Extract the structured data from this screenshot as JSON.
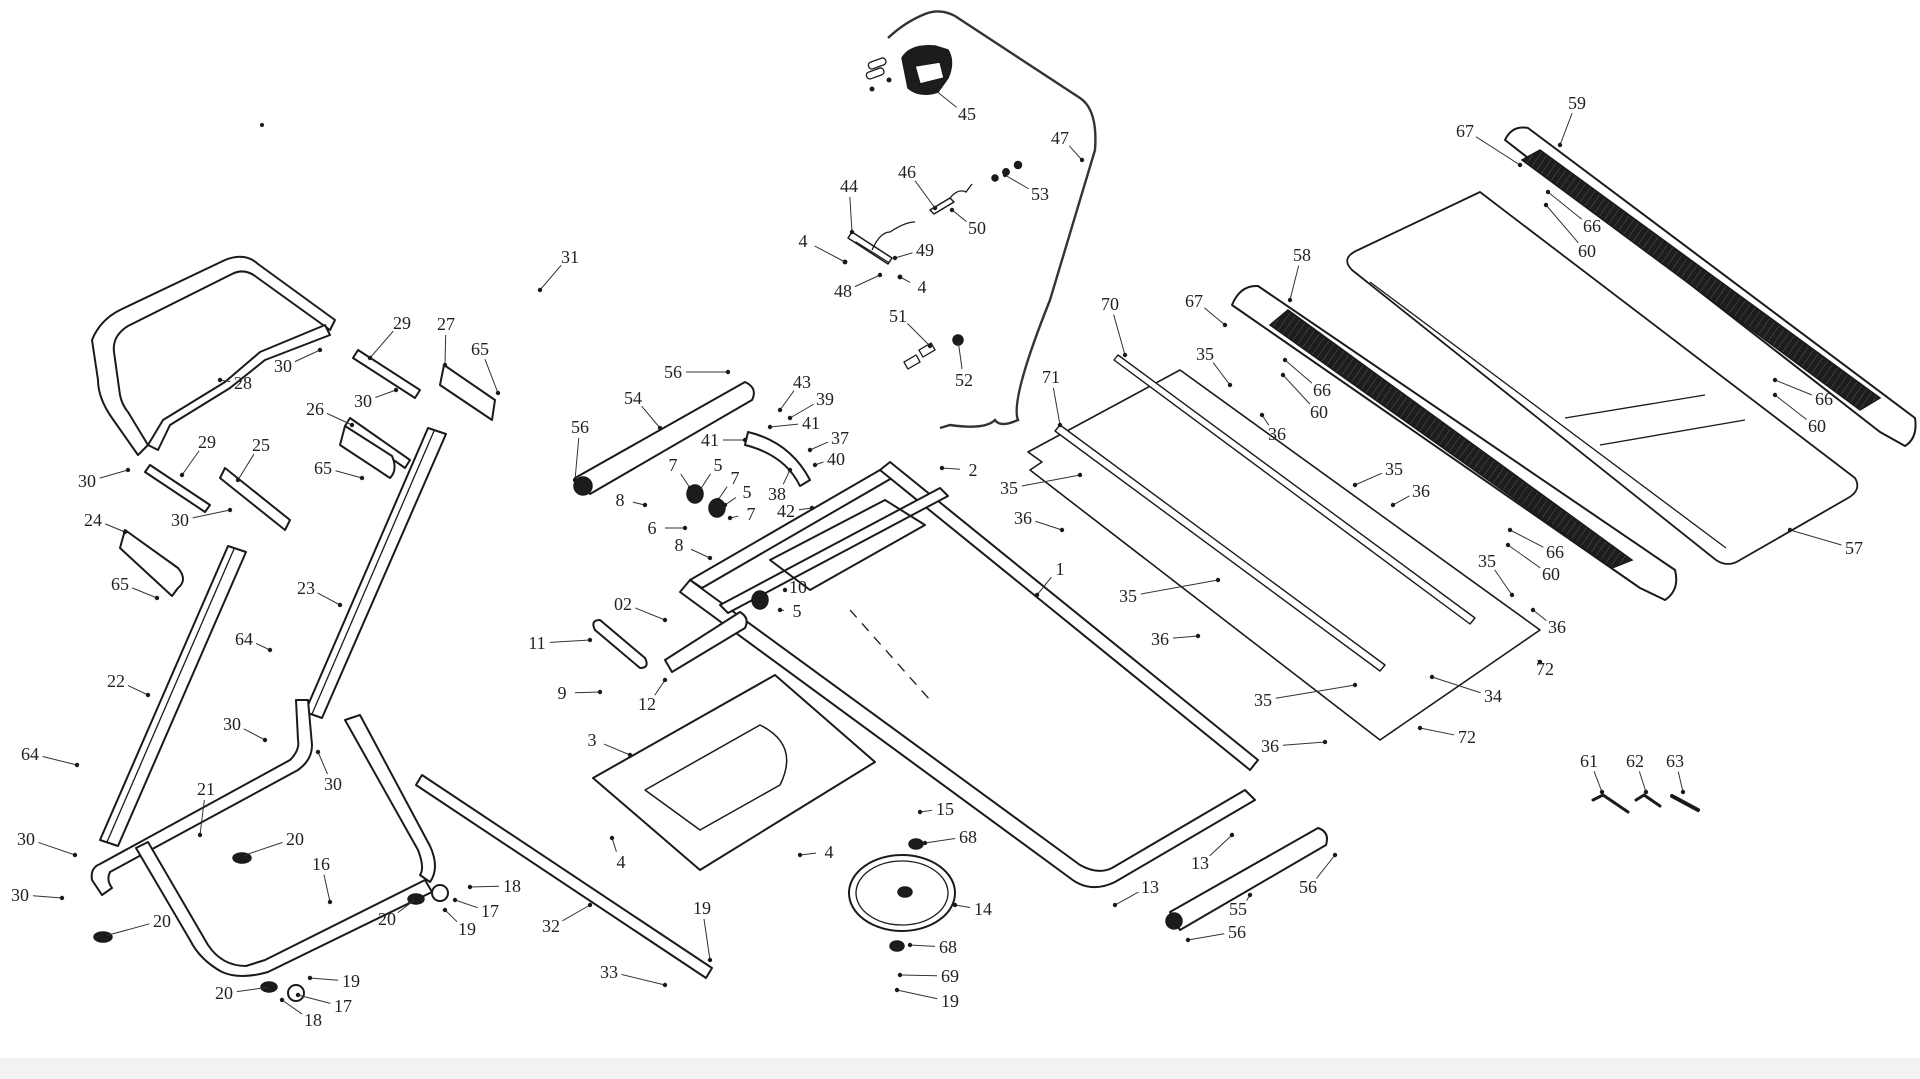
{
  "diagram": {
    "title": "Treadmill exploded parts view",
    "type": "exploded-assembly",
    "labels": [
      {
        "id": "lbl-45",
        "text": "45"
      },
      {
        "id": "lbl-47",
        "text": "47"
      },
      {
        "id": "lbl-46",
        "text": "46"
      },
      {
        "id": "lbl-53",
        "text": "53"
      },
      {
        "id": "lbl-44",
        "text": "44"
      },
      {
        "id": "lbl-50",
        "text": "50"
      },
      {
        "id": "lbl-4a",
        "text": "4"
      },
      {
        "id": "lbl-49",
        "text": "49"
      },
      {
        "id": "lbl-48",
        "text": "48"
      },
      {
        "id": "lbl-4b",
        "text": "4"
      },
      {
        "id": "lbl-51",
        "text": "51"
      },
      {
        "id": "lbl-52",
        "text": "52"
      },
      {
        "id": "lbl-59",
        "text": "59"
      },
      {
        "id": "lbl-67a",
        "text": "67"
      },
      {
        "id": "lbl-66a",
        "text": "66"
      },
      {
        "id": "lbl-60a",
        "text": "60"
      },
      {
        "id": "lbl-66b",
        "text": "66"
      },
      {
        "id": "lbl-60b",
        "text": "60"
      },
      {
        "id": "lbl-57",
        "text": "57"
      },
      {
        "id": "lbl-58",
        "text": "58"
      },
      {
        "id": "lbl-67b",
        "text": "67"
      },
      {
        "id": "lbl-66c",
        "text": "66"
      },
      {
        "id": "lbl-60c",
        "text": "60"
      },
      {
        "id": "lbl-66d",
        "text": "66"
      },
      {
        "id": "lbl-60d",
        "text": "60"
      },
      {
        "id": "lbl-70",
        "text": "70"
      },
      {
        "id": "lbl-71",
        "text": "71"
      },
      {
        "id": "lbl-35a",
        "text": "35"
      },
      {
        "id": "lbl-36a",
        "text": "36"
      },
      {
        "id": "lbl-35b",
        "text": "35"
      },
      {
        "id": "lbl-36b",
        "text": "36"
      },
      {
        "id": "lbl-35c",
        "text": "35"
      },
      {
        "id": "lbl-36c",
        "text": "36"
      },
      {
        "id": "lbl-35d",
        "text": "35"
      },
      {
        "id": "lbl-36d",
        "text": "36"
      },
      {
        "id": "lbl-35e",
        "text": "35"
      },
      {
        "id": "lbl-36e",
        "text": "36"
      },
      {
        "id": "lbl-35f",
        "text": "35"
      },
      {
        "id": "lbl-36f",
        "text": "36"
      },
      {
        "id": "lbl-34",
        "text": "34"
      },
      {
        "id": "lbl-72a",
        "text": "72"
      },
      {
        "id": "lbl-72b",
        "text": "72"
      },
      {
        "id": "lbl-1",
        "text": "1"
      },
      {
        "id": "lbl-2",
        "text": "2"
      },
      {
        "id": "lbl-31",
        "text": "31"
      },
      {
        "id": "lbl-29a",
        "text": "29"
      },
      {
        "id": "lbl-27",
        "text": "27"
      },
      {
        "id": "lbl-65a",
        "text": "65"
      },
      {
        "id": "lbl-30a",
        "text": "30"
      },
      {
        "id": "lbl-28",
        "text": "28"
      },
      {
        "id": "lbl-30b",
        "text": "30"
      },
      {
        "id": "lbl-26",
        "text": "26"
      },
      {
        "id": "lbl-29b",
        "text": "29"
      },
      {
        "id": "lbl-25",
        "text": "25"
      },
      {
        "id": "lbl-65b",
        "text": "65"
      },
      {
        "id": "lbl-30c",
        "text": "30"
      },
      {
        "id": "lbl-30d",
        "text": "30"
      },
      {
        "id": "lbl-24",
        "text": "24"
      },
      {
        "id": "lbl-65c",
        "text": "65"
      },
      {
        "id": "lbl-23",
        "text": "23"
      },
      {
        "id": "lbl-22",
        "text": "22"
      },
      {
        "id": "lbl-64a",
        "text": "64"
      },
      {
        "id": "lbl-64b",
        "text": "64"
      },
      {
        "id": "lbl-30e",
        "text": "30"
      },
      {
        "id": "lbl-30f",
        "text": "30"
      },
      {
        "id": "lbl-21",
        "text": "21"
      },
      {
        "id": "lbl-30g",
        "text": "30"
      },
      {
        "id": "lbl-30h",
        "text": "30"
      },
      {
        "id": "lbl-20a",
        "text": "20"
      },
      {
        "id": "lbl-16",
        "text": "16"
      },
      {
        "id": "lbl-20b",
        "text": "20"
      },
      {
        "id": "lbl-20c",
        "text": "20"
      },
      {
        "id": "lbl-18a",
        "text": "18"
      },
      {
        "id": "lbl-17a",
        "text": "17"
      },
      {
        "id": "lbl-19a",
        "text": "19"
      },
      {
        "id": "lbl-20d",
        "text": "20"
      },
      {
        "id": "lbl-19b",
        "text": "19"
      },
      {
        "id": "lbl-17b",
        "text": "17"
      },
      {
        "id": "lbl-18b",
        "text": "18"
      },
      {
        "id": "lbl-56a",
        "text": "56"
      },
      {
        "id": "lbl-54",
        "text": "54"
      },
      {
        "id": "lbl-56b",
        "text": "56"
      },
      {
        "id": "lbl-43",
        "text": "43"
      },
      {
        "id": "lbl-39",
        "text": "39"
      },
      {
        "id": "lbl-41a",
        "text": "41"
      },
      {
        "id": "lbl-41b",
        "text": "41"
      },
      {
        "id": "lbl-37",
        "text": "37"
      },
      {
        "id": "lbl-40",
        "text": "40"
      },
      {
        "id": "lbl-38",
        "text": "38"
      },
      {
        "id": "lbl-42",
        "text": "42"
      },
      {
        "id": "lbl-7a",
        "text": "7"
      },
      {
        "id": "lbl-5a",
        "text": "5"
      },
      {
        "id": "lbl-7b",
        "text": "7"
      },
      {
        "id": "lbl-5b",
        "text": "5"
      },
      {
        "id": "lbl-7c",
        "text": "7"
      },
      {
        "id": "lbl-8a",
        "text": "8"
      },
      {
        "id": "lbl-6",
        "text": "6"
      },
      {
        "id": "lbl-8b",
        "text": "8"
      },
      {
        "id": "lbl-10",
        "text": "10"
      },
      {
        "id": "lbl-5c",
        "text": "5"
      },
      {
        "id": "lbl-02",
        "text": "02"
      },
      {
        "id": "lbl-11",
        "text": "11"
      },
      {
        "id": "lbl-9",
        "text": "9"
      },
      {
        "id": "lbl-12",
        "text": "12"
      },
      {
        "id": "lbl-3",
        "text": "3"
      },
      {
        "id": "lbl-4c",
        "text": "4"
      },
      {
        "id": "lbl-4d",
        "text": "4"
      },
      {
        "id": "lbl-32",
        "text": "32"
      },
      {
        "id": "lbl-19c",
        "text": "19"
      },
      {
        "id": "lbl-33",
        "text": "33"
      },
      {
        "id": "lbl-15",
        "text": "15"
      },
      {
        "id": "lbl-68a",
        "text": "68"
      },
      {
        "id": "lbl-14",
        "text": "14"
      },
      {
        "id": "lbl-68b",
        "text": "68"
      },
      {
        "id": "lbl-69",
        "text": "69"
      },
      {
        "id": "lbl-19d",
        "text": "19"
      },
      {
        "id": "lbl-13a",
        "text": "13"
      },
      {
        "id": "lbl-13b",
        "text": "13"
      },
      {
        "id": "lbl-55",
        "text": "55"
      },
      {
        "id": "lbl-56c",
        "text": "56"
      },
      {
        "id": "lbl-56d",
        "text": "56"
      },
      {
        "id": "lbl-61",
        "text": "61"
      },
      {
        "id": "lbl-62",
        "text": "62"
      },
      {
        "id": "lbl-63",
        "text": "63"
      }
    ],
    "parts": [
      {
        "id": "console",
        "name": "console-45"
      },
      {
        "id": "console-cable",
        "name": "cable-47"
      },
      {
        "id": "handrail-frame",
        "name": "handrail-28"
      },
      {
        "id": "upright-left",
        "name": "upright-22"
      },
      {
        "id": "upright-right",
        "name": "upright-23"
      },
      {
        "id": "base-frame",
        "name": "base-16"
      },
      {
        "id": "base-inner",
        "name": "base-21"
      },
      {
        "id": "main-frame",
        "name": "frame-1"
      },
      {
        "id": "deck",
        "name": "deck-34"
      },
      {
        "id": "belt",
        "name": "belt-57"
      },
      {
        "id": "side-rail-left",
        "name": "rail-58"
      },
      {
        "id": "side-rail-right",
        "name": "rail-59"
      },
      {
        "id": "front-roller",
        "name": "roller-54"
      },
      {
        "id": "rear-roller",
        "name": "roller-55"
      },
      {
        "id": "motor-tray",
        "name": "tray-3"
      },
      {
        "id": "flywheel",
        "name": "flywheel-14"
      },
      {
        "id": "support-bar",
        "name": "bar-32"
      },
      {
        "id": "tools",
        "name": "tools-61-62-63"
      }
    ]
  }
}
